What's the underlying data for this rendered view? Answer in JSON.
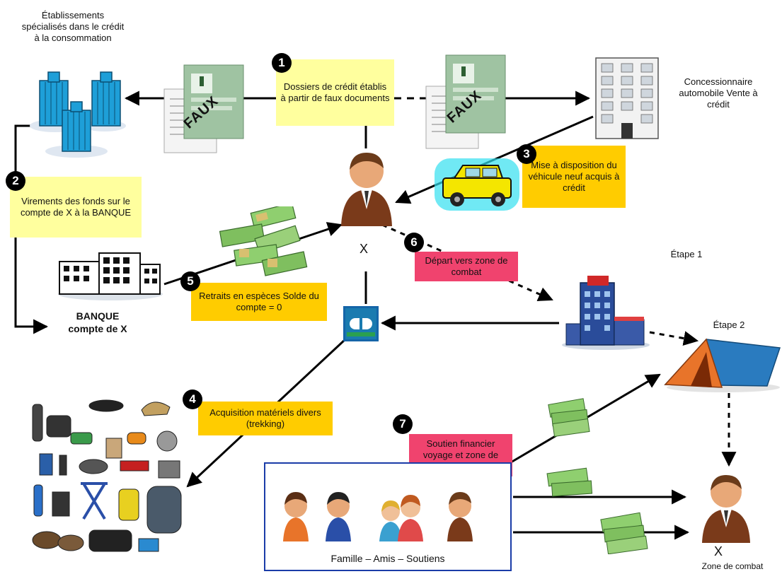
{
  "labels": {
    "consumer_credit": "Établissements spécialisés dans le crédit à la consommation",
    "dealer": "Concessionnaire automobile Vente à crédit",
    "bank_line1": "BANQUE",
    "bank_line2": "compte de X",
    "person_x": "X",
    "stage1": "Étape 1",
    "stage2": "Étape 2",
    "final_x": "X",
    "combat_zone": "Zone de combat",
    "family_friends": "Famille – Amis – Soutiens",
    "fake_stamp_left": "FAUX",
    "fake_stamp_right": "FAUX"
  },
  "steps": [
    {
      "number": "1",
      "text": "Dossiers de crédit établis à partir de faux documents"
    },
    {
      "number": "2",
      "text": "Virements des fonds sur le compte de X à la BANQUE"
    },
    {
      "number": "3",
      "text": "Mise à disposition du véhicule neuf acquis à crédit"
    },
    {
      "number": "4",
      "text": "Acquisition matériels divers (trekking)"
    },
    {
      "number": "5",
      "text": "Retraits en espèces Solde du compte = 0"
    },
    {
      "number": "6",
      "text": "Départ vers zone de combat"
    },
    {
      "number": "7",
      "text": "Soutien financier voyage et zone de combat"
    }
  ],
  "colors": {
    "yellow_note": "#ffff9e",
    "gold_note": "#ffcc00",
    "pink_note": "#f0436e",
    "building_blue": "#1e9fd8",
    "suit_brown": "#7a3a1a",
    "cash_green": "#7fbf5f",
    "tent_blue": "#2a7bbf",
    "tent_orange": "#e8742a",
    "cb_blue": "#1565a8"
  },
  "icons": [
    "towers-icon",
    "document-icon",
    "office-building-icon",
    "person-icon",
    "car-icon",
    "bank-icon",
    "cash-icon",
    "hotel-icon",
    "card-icon",
    "tent-icon",
    "gear-icon",
    "family-icon"
  ]
}
